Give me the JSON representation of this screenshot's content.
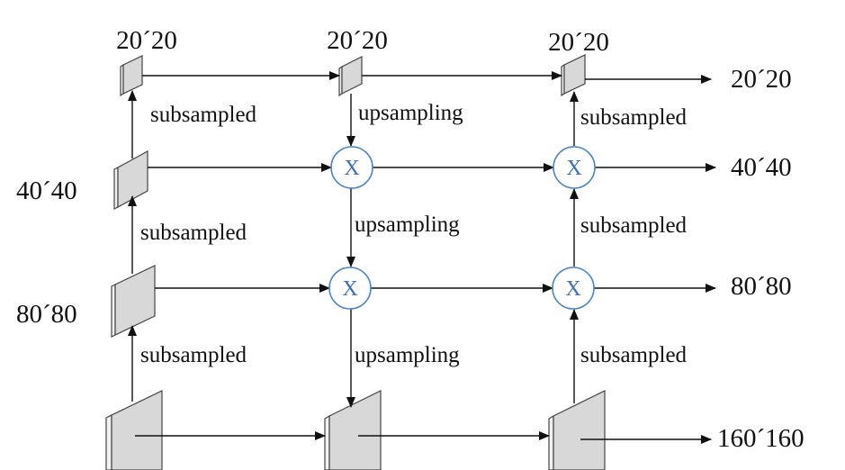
{
  "labels": {
    "top_col1": "20´20",
    "top_col2": "20´20",
    "top_col3": "20´20",
    "out_20": "20´20",
    "left_40": "40´40",
    "left_80": "80´80",
    "out_40": "40´40",
    "out_80": "80´80",
    "out_160": "160´160"
  },
  "ops": {
    "subsampled": "subsampled",
    "upsampling": "upsampling"
  },
  "node_symbol": "X",
  "colors": {
    "node_stroke": "#4a86c8",
    "node_text": "#3f6fb5",
    "feature_map": "#d8d8d8"
  }
}
